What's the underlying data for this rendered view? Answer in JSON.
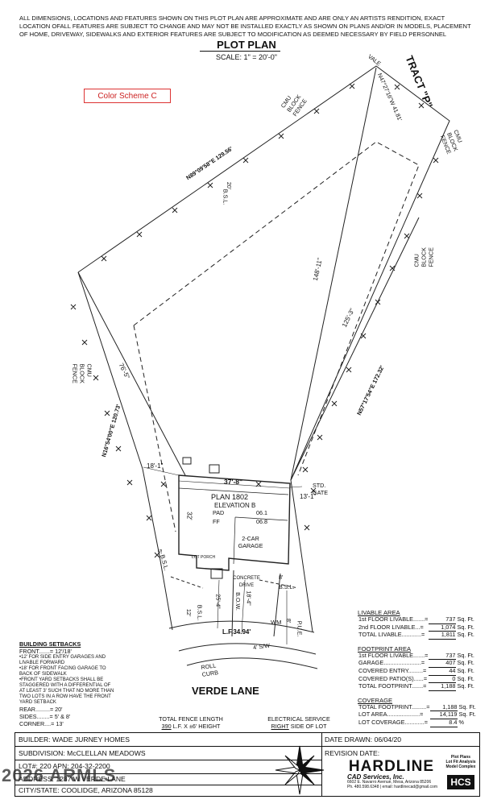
{
  "disclaimer": "ALL DIMENSIONS, LOCATIONS AND FEATURES SHOWN ON THIS PLOT PLAN ARE APPROXIMATE AND ARE ONLY AN ARTISTS RENDITION, EXACT LOCATION OFALL FEATURES ARE SUBJECT TO CHANGE AND MAY NOT BE INSTALLED EXACTLY AS SHOWN ON PLANS AND/OR IN MODELS, PLACEMENT OF HOME, DRIVEWAY, SIDEWALKS AND EXTERIOR FEATURES ARE SUBJECT TO MODIFICATION AS DEEMED NECESSARY BY FIELD PERSONNEL",
  "title": "PLOT PLAN",
  "scale": "SCALE: 1\" = 20'-0\"",
  "color_scheme": "Color Scheme C",
  "tract": "TRACT \"P\"",
  "dimensions": {
    "top_bearing": "N89°09'58\"E  129.56'",
    "right_top_bearing": "N47°27'16\"W  41.81'",
    "right_bearing": "N57°17'54\"E  172.32'",
    "left_bearing": "N16°54'00\"E  120.73'",
    "vale": "VALE",
    "diag_long": "148'-11\"",
    "diag_right": "125'-3\"",
    "diag_left": "76'-5\"",
    "bsl_rear": "20'",
    "bsl_label": "B.S.L.",
    "house_width": "37'-8\"",
    "left_setback": "18'-1\"",
    "right_setback": "13'-1\"",
    "house_depth": "32'",
    "front_5": "5'",
    "front_8": "8'",
    "front_12": "12'",
    "drive_25": "25'-4\"",
    "drive_18": "18'-4\"",
    "bow": "B.O.W.",
    "wm": "WM",
    "pue_8": "8'",
    "pue": "P.U.E.",
    "lf": "L.F.34.94'",
    "sw": "4' S/W",
    "roll_curb": "ROLL CURB",
    "std_gate": "STD. GATE",
    "cmu_fence": "CMU BLOCK FENCE",
    "concrete_drive": "CONCRETE DRIVE",
    "lot_porch": "LOT PORCH"
  },
  "house": {
    "plan": "PLAN 1802",
    "elevation": "ELEVATION B",
    "pad": "PAD",
    "pad_val": "06.1",
    "ff": "FF",
    "ff_val": "06.8",
    "garage": "2-CAR GARAGE"
  },
  "street": "VERDE LANE",
  "setbacks": {
    "heading": "BUILDING SETBACKS",
    "lines": [
      "FRONT.......= 12'/18'",
      "•12' FOR SIDE ENTRY GARAGES AND LIVABLE FORWARD",
      "•18' FOR FRONT FACING GARAGE TO BACK OF SIDEWALK",
      "•FRONT YARD SETBACKS SHALL BE STAGGERED WITH A DIFFERENTIAL OF AT LEAST 3' SUCH THAT NO MORE THAN TWO LOTS IN A ROW HAVE THE FRONT YARD SETBACK",
      "REAR.........= 20'",
      "SIDES........= 5' & 8'",
      "CORNER....= 13'"
    ]
  },
  "fence": {
    "heading": "TOTAL FENCE LENGTH",
    "qty": "390",
    "text": "L.F.  X  ±6' HEIGHT"
  },
  "electrical": {
    "heading": "ELECTRICAL SERVICE",
    "side": "RIGHT",
    "text": "SIDE OF LOT"
  },
  "livable": {
    "heading": "LIVABLE AREA",
    "rows": [
      {
        "label": "1st FLOOR LIVABLE.......=",
        "val": "737",
        "unit": "Sq. Ft."
      },
      {
        "label": "2nd FLOOR LIVABLE...=",
        "val": "1,074",
        "unit": "Sq. Ft."
      },
      {
        "label": "TOTAL LIVABLE............=",
        "val": "1,811",
        "unit": "Sq. Ft."
      }
    ]
  },
  "footprint": {
    "heading": "FOOTPRINT AREA",
    "rows": [
      {
        "label": "1st FLOOR LIVABLE.......=",
        "val": "737",
        "unit": "Sq. Ft."
      },
      {
        "label": "GARAGE.......................=",
        "val": "407",
        "unit": "Sq. Ft."
      },
      {
        "label": "COVERED ENTRY.........=",
        "val": "44",
        "unit": "Sq. Ft."
      },
      {
        "label": "COVERED PATIO(S)......=",
        "val": "0",
        "unit": "Sq. Ft."
      },
      {
        "label": "TOTAL FOOTPRINT.......=",
        "val": "1,188",
        "unit": "Sq. Ft."
      }
    ]
  },
  "coverage": {
    "heading": "COVERAGE",
    "rows": [
      {
        "label": "TOTAL FOOTPRINT.........=",
        "val": "1,188",
        "unit": "Sq. Ft."
      },
      {
        "label": "LOT AREA....................=",
        "val": "14,119",
        "unit": "Sq. Ft."
      },
      {
        "label": "LOT COVERAGE............=",
        "val": "8.4",
        "unit": "%"
      }
    ]
  },
  "footer": {
    "builder": "BUILDER: WADE JURNEY HOMES",
    "subdivision": "SUBDIVISION: McCLELLAN MEADOWS",
    "lot": "LOT#: 220    APN: 204-32-2200",
    "address": "ADDRESS: 1287 W VERDE LANE",
    "city": "CITY/STATE: COOLIDGE, ARIZONA 85128",
    "date_drawn": "DATE DRAWN:  06/04/20",
    "revision": "REVISION DATE:",
    "logo": "HARDLINE",
    "logo_sub": "CAD Services, Inc.",
    "logo_addr": "6602 E. Navarro Avenue, Mesa, Arizona 85206",
    "logo_contact": "Ph. 480.598.6348  |  email: hardlinecad@gmail.com",
    "services": "Plot Plans\nLot Fit Analysis\nModel Complex",
    "hcs": "HCS"
  },
  "watermark": "2026 ARMLS"
}
